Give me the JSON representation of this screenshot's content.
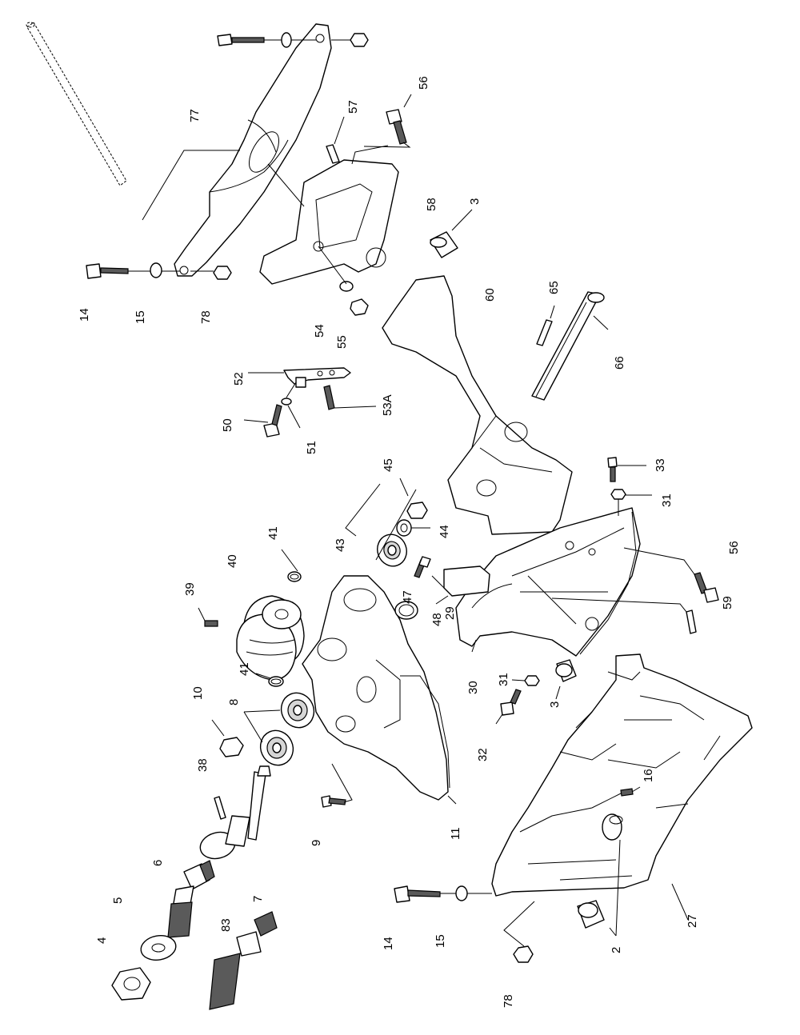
{
  "callouts": {
    "c77": "77",
    "c57": "57",
    "c56a": "56",
    "c58": "58",
    "c3a": "3",
    "c14a": "14",
    "c15a": "15",
    "c78a": "78",
    "c54": "54",
    "c55": "55",
    "c60": "60",
    "c65": "65",
    "c66": "66",
    "c52": "52",
    "c53a": "53A",
    "c50": "50",
    "c51": "51",
    "c33": "33",
    "c31a": "31",
    "c45": "45",
    "c44": "44",
    "c43": "43",
    "c41a": "41",
    "c40": "40",
    "c39": "39",
    "c47": "47",
    "c48": "48",
    "c56b": "56",
    "c59": "59",
    "c29": "29",
    "c41b": "41",
    "c8": "8",
    "c10": "10",
    "c30": "30",
    "c31b": "31",
    "c32": "32",
    "c3b": "3",
    "c16": "16",
    "c38": "38",
    "c9": "9",
    "c11": "11",
    "c6": "6",
    "c5": "5",
    "c7": "7",
    "c4": "4",
    "c83": "83",
    "c14b": "14",
    "c15b": "15",
    "c2": "2",
    "c27": "27",
    "c78b": "78"
  }
}
